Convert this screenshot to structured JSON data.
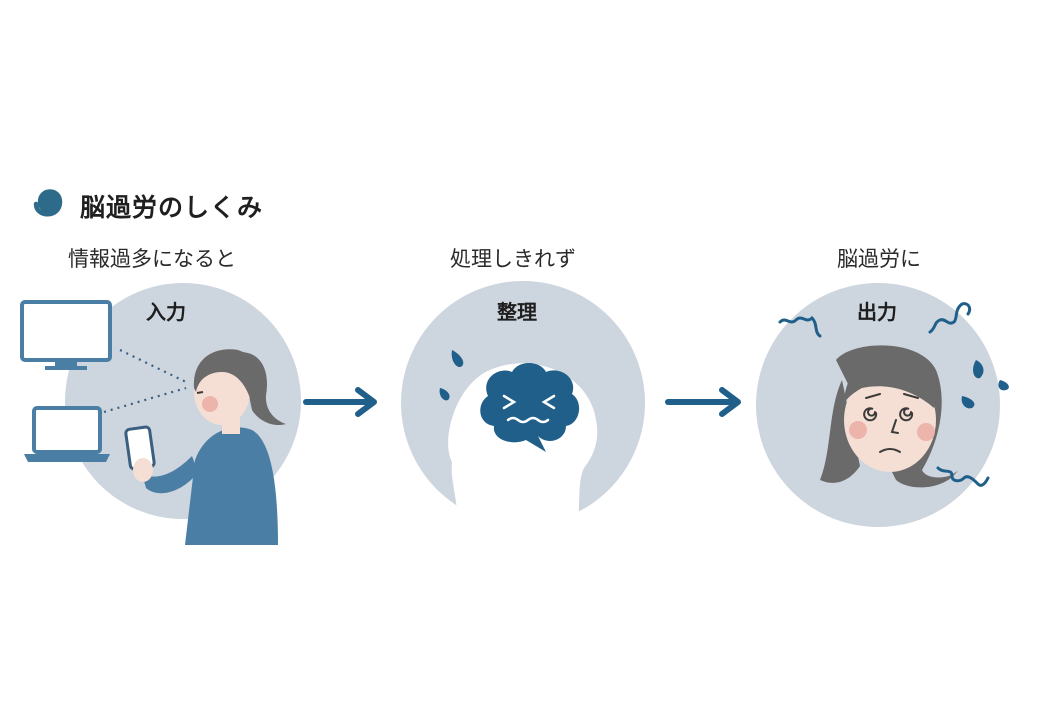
{
  "header": {
    "title": "脳過労のしくみ",
    "icon": "spiral-icon",
    "accent_color": "#2e6b8a"
  },
  "steps": [
    {
      "caption": "情報過多になると",
      "label": "入力"
    },
    {
      "caption": "処理しきれず",
      "label": "整理"
    },
    {
      "caption": "脳過労に",
      "label": "出力"
    }
  ],
  "colors": {
    "circle": "#cdd5de",
    "arrow": "#1f5f8a",
    "figure": "#4a7ea5",
    "brain": "#1f5f8a",
    "hair": "#6a6a6a",
    "skin": "#f5dfd4",
    "cheek": "#eaa9a0"
  }
}
